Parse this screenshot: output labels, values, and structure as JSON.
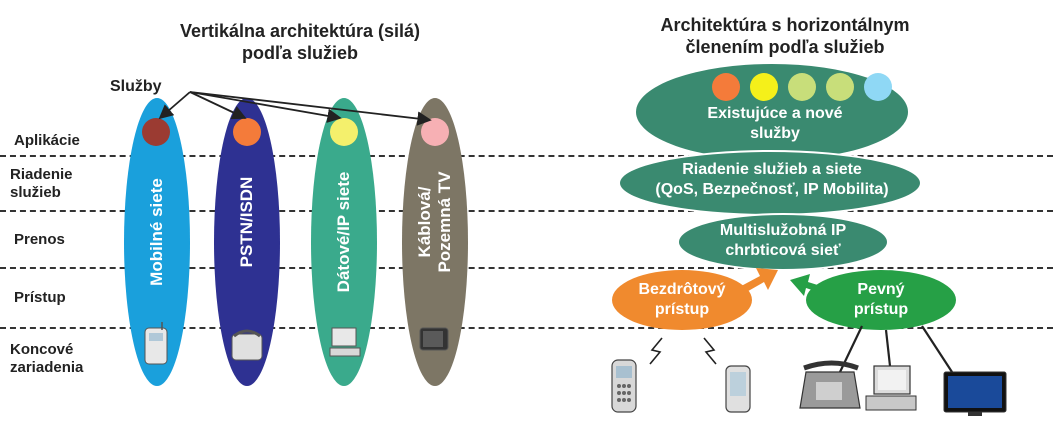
{
  "left": {
    "title_line1": "Vertikálna architektúra (silá)",
    "title_line2": "podľa služieb",
    "services_label": "Služby",
    "rows": {
      "apps": "Aplikácie",
      "control_1": "Riadenie",
      "control_2": "služieb",
      "transport": "Prenos",
      "access": "Prístup",
      "terminals_1": "Koncové",
      "terminals_2": "zariadenia"
    },
    "silos": [
      {
        "label": "Mobilné siete",
        "color": "#1aa0dc",
        "dot": "#9b3b32"
      },
      {
        "label": "PSTN/ISDN",
        "color": "#2e3192",
        "dot": "#f47b3a"
      },
      {
        "label": "Dátové/IP siete",
        "color": "#3aaa8c",
        "dot": "#f4f06c"
      },
      {
        "label_1": "Káblová/",
        "label_2": "Pozemná TV",
        "color": "#7d7665",
        "dot": "#f7b0b4"
      }
    ]
  },
  "right": {
    "title_line1": "Architektúra s horizontálnym",
    "title_line2": "členením podľa služieb",
    "services_1": "Existujúce a nové",
    "services_2": "služby",
    "control_1": "Riadenie služieb a siete",
    "control_2": "(QoS, Bezpečnosť, IP Mobilita)",
    "backbone_1": "Multislužobná IP",
    "backbone_2": "chrbticová sieť",
    "wireless_1": "Bezdrôtový",
    "wireless_2": "prístup",
    "fixed_1": "Pevný",
    "fixed_2": "prístup",
    "dots": [
      "#f47b3a",
      "#f5f01a",
      "#c8de7a",
      "#c8de7a",
      "#8fd8f5"
    ],
    "layer_color": "#3a8a70",
    "wireless_color": "#f08a2e",
    "fixed_color": "#26a046"
  }
}
